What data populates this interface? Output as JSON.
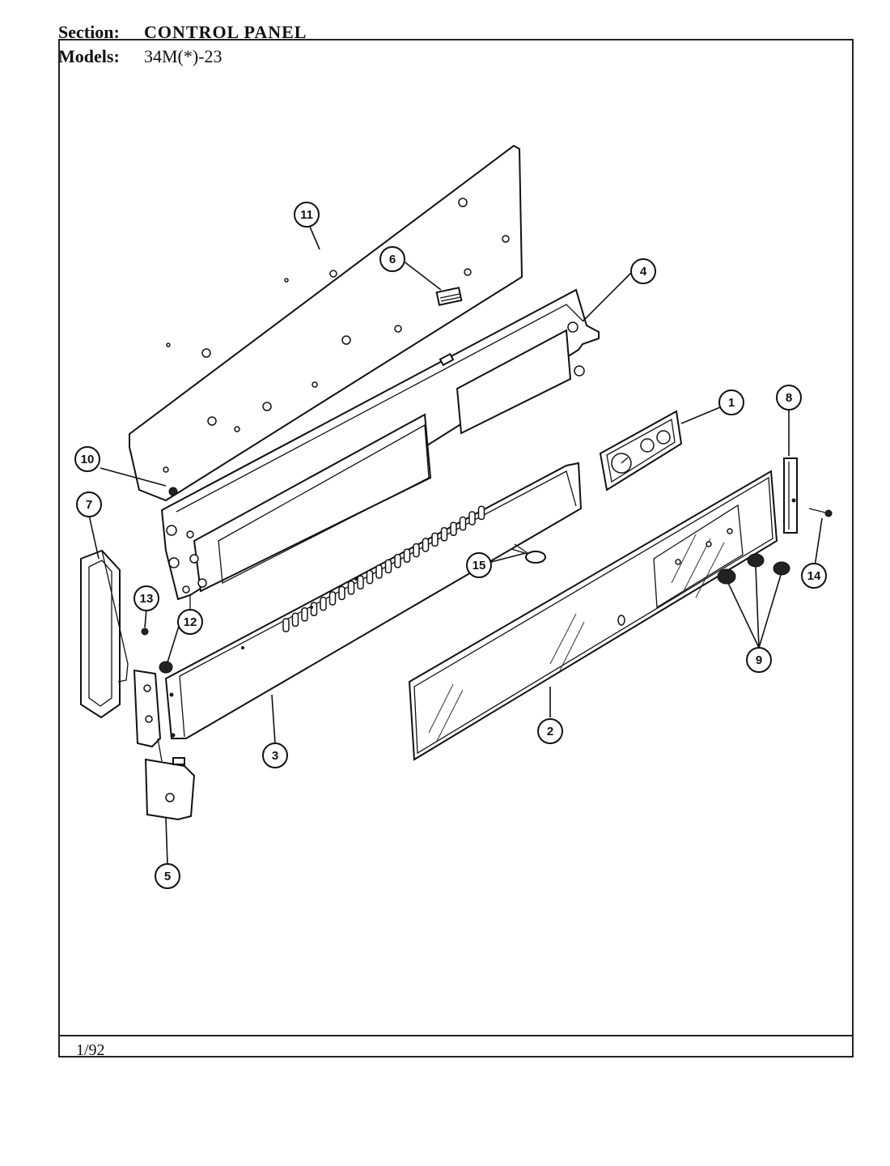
{
  "header": {
    "section_label": "Section:",
    "section_value": "CONTROL PANEL",
    "models_label": "Models:",
    "models_value": "34M(*)-23"
  },
  "footer": {
    "date_code": "1/92"
  },
  "callouts": [
    "1",
    "2",
    "3",
    "4",
    "5",
    "6",
    "7",
    "8",
    "9",
    "10",
    "11",
    "12",
    "13",
    "14",
    "15"
  ]
}
